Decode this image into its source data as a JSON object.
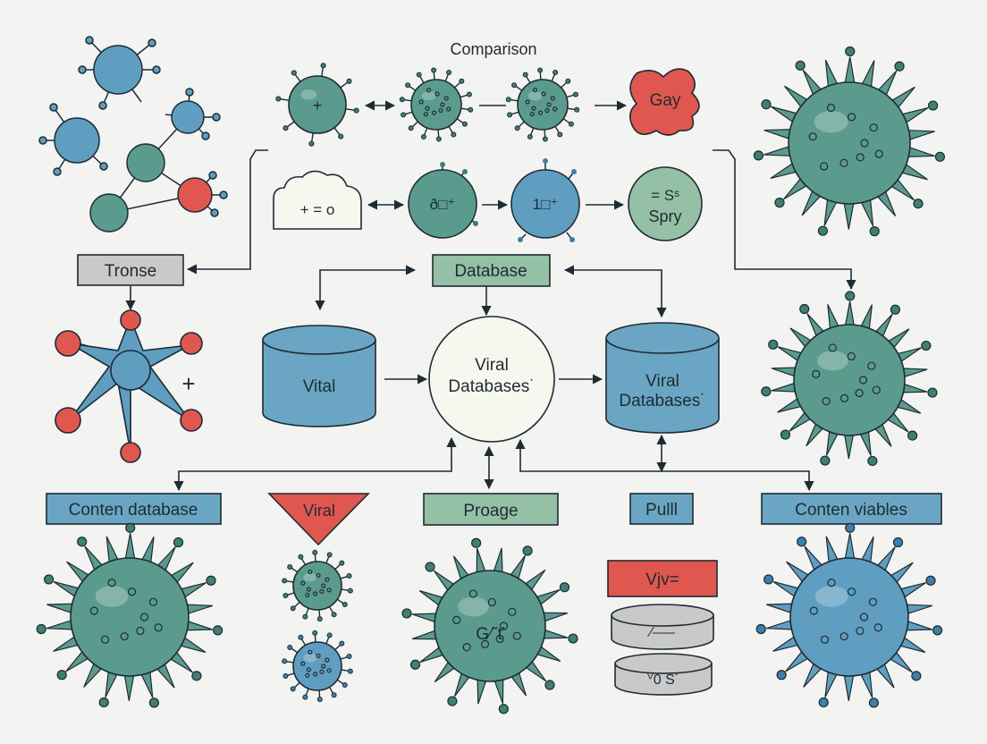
{
  "title": "Comparison",
  "colors": {
    "teal": "#5b9b8e",
    "teal_dark": "#3f7f74",
    "blue": "#5f9ec1",
    "blue_dark": "#3f7ea8",
    "red": "#e0574f",
    "green_box": "#94c0a5",
    "gray_box": "#c9c9c9",
    "cylinder": "#6aa6c4",
    "cream": "#f6f7ee",
    "stroke": "#1e2b33",
    "background": "#f3f3f2"
  },
  "top_row": {
    "plus_label": "+",
    "gay_label": "Gay"
  },
  "second_row": {
    "cloud_label": "+ = ο",
    "node_a_label": "ð□⁺",
    "node_b_label": "1□⁺",
    "node_c_line1": "= Sˢ",
    "node_c_line2": "Spry"
  },
  "labels": {
    "tronse": "Tronse",
    "database": "Database",
    "vital": "Vital",
    "viral_center_line1": "Viral",
    "viral_center_line2": "Databases˙",
    "viral_right_line1": "Viral",
    "viral_right_line2": "Databases˙",
    "conten_database": "Conten database",
    "viral_triangle": "Viral",
    "proage": "Proage",
    "pulll": "Pulll",
    "conten_viables": "Conten viables",
    "molecule_plus": "+",
    "virus_mid_label": "G⁄˜ť",
    "vjv": "Vjv=",
    "disk1": "⁄—–",
    "disk2": "ⱽ0 S˙"
  }
}
